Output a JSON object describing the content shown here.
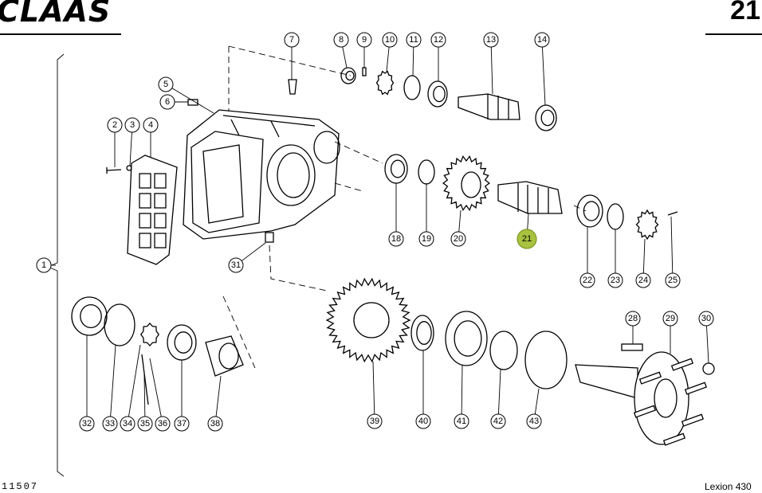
{
  "header": {
    "brand": "CLAAS",
    "page_number": "21"
  },
  "footer": {
    "drawing_number": "11507",
    "model": "Lexion 430"
  },
  "highlight_color": "#a9c23f",
  "callouts": {
    "c1": "1",
    "c2": "2",
    "c3": "3",
    "c4": "4",
    "c5": "5",
    "c6": "6",
    "c7": "7",
    "c8": "8",
    "c9": "9",
    "c10": "10",
    "c11": "11",
    "c12": "12",
    "c13": "13",
    "c14": "14",
    "c18": "18",
    "c19": "19",
    "c20": "20",
    "c21": "21",
    "c22": "22",
    "c23": "23",
    "c24": "24",
    "c25": "25",
    "c28": "28",
    "c29": "29",
    "c30": "30",
    "c31": "31",
    "c32": "32",
    "c33": "33",
    "c34": "34",
    "c35": "35",
    "c36": "36",
    "c37": "37",
    "c38": "38",
    "c39": "39",
    "c40": "40",
    "c41": "41",
    "c42": "42",
    "c43": "43"
  }
}
